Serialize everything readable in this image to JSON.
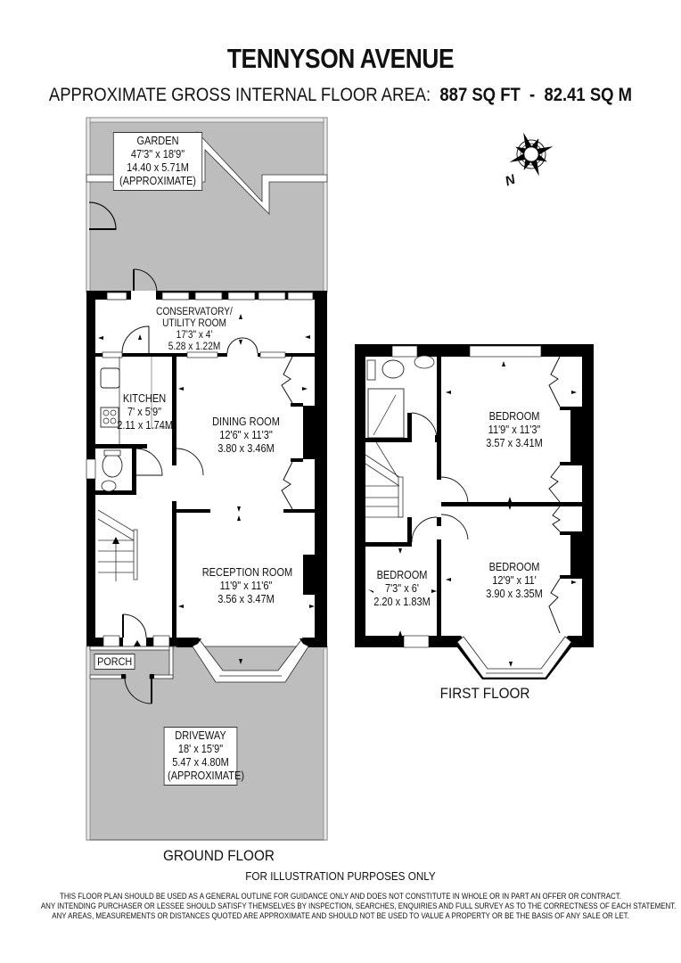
{
  "header": {
    "title": "TENNYSON AVENUE",
    "area_label": "APPROXIMATE GROSS INTERNAL FLOOR AREA:",
    "area_sqft": "887 SQ FT",
    "separator": "-",
    "area_sqm": "82.41 SQ M"
  },
  "compass": {
    "icon": "compass-rose-icon",
    "north_label": "N"
  },
  "ground_floor": {
    "name": "GROUND FLOOR",
    "rooms": {
      "garden": {
        "name": "GARDEN",
        "imperial": "47'3\" x 18'9\"",
        "metric": "14.40 x 5.71M",
        "note": "(APPROXIMATE)"
      },
      "conservatory": {
        "name": "CONSERVATORY/",
        "name2": "UTILITY ROOM",
        "imperial": "17'3\" x 4'",
        "metric": "5.28 x 1.22M"
      },
      "kitchen": {
        "name": "KITCHEN",
        "imperial": "7' x 5'9\"",
        "metric": "2.11 x 1.74M"
      },
      "dining": {
        "name": "DINING ROOM",
        "imperial": "12'6\" x 11'3\"",
        "metric": "3.80 x 3.46M"
      },
      "reception": {
        "name": "RECEPTION ROOM",
        "imperial": "11'9\" x 11'6\"",
        "metric": "3.56 x 3.47M"
      },
      "porch": {
        "name": "PORCH"
      },
      "driveway": {
        "name": "DRIVEWAY",
        "imperial": "18' x 15'9\"",
        "metric": "5.47 x 4.80M",
        "note": "(APPROXIMATE)"
      }
    }
  },
  "first_floor": {
    "name": "FIRST FLOOR",
    "rooms": {
      "bedroom_rear": {
        "name": "BEDROOM",
        "imperial": "11'9\" x 11'3\"",
        "metric": "3.57 x 3.41M"
      },
      "bedroom_small": {
        "name": "BEDROOM",
        "imperial": "7'3\" x 6'",
        "metric": "2.20 x 1.83M"
      },
      "bedroom_front": {
        "name": "BEDROOM",
        "imperial": "12'9\" x 11'",
        "metric": "3.90 x 3.35M"
      }
    }
  },
  "footer": {
    "illustration_note": "FOR ILLUSTRATION PURPOSES ONLY",
    "disclaimer": [
      "THIS FLOOR PLAN SHOULD BE USED AS A GENERAL OUTLINE FOR GUIDANCE ONLY AND DOES NOT CONSTITUTE IN WHOLE OR IN PART AN OFFER OR CONTRACT.",
      "ANY INTENDING PURCHASER OR LESSEE SHOULD SATISFY THEMSELVES BY INSPECTION, SEARCHES, ENQUIRIES AND FULL SURVEY AS TO THE CORRECTNESS OF EACH STATEMENT.",
      "ANY AREAS, MEASUREMENTS OR DISTANCES QUOTED ARE APPROXIMATE AND SHOULD NOT BE USED TO VALUE A PROPERTY OR BE THE BASIS OF ANY SALE OR LET."
    ]
  },
  "colors": {
    "wall": "#000000",
    "exterior_fill": "#bdbdbd",
    "room_fill": "#ffffff",
    "text": "#111111"
  }
}
